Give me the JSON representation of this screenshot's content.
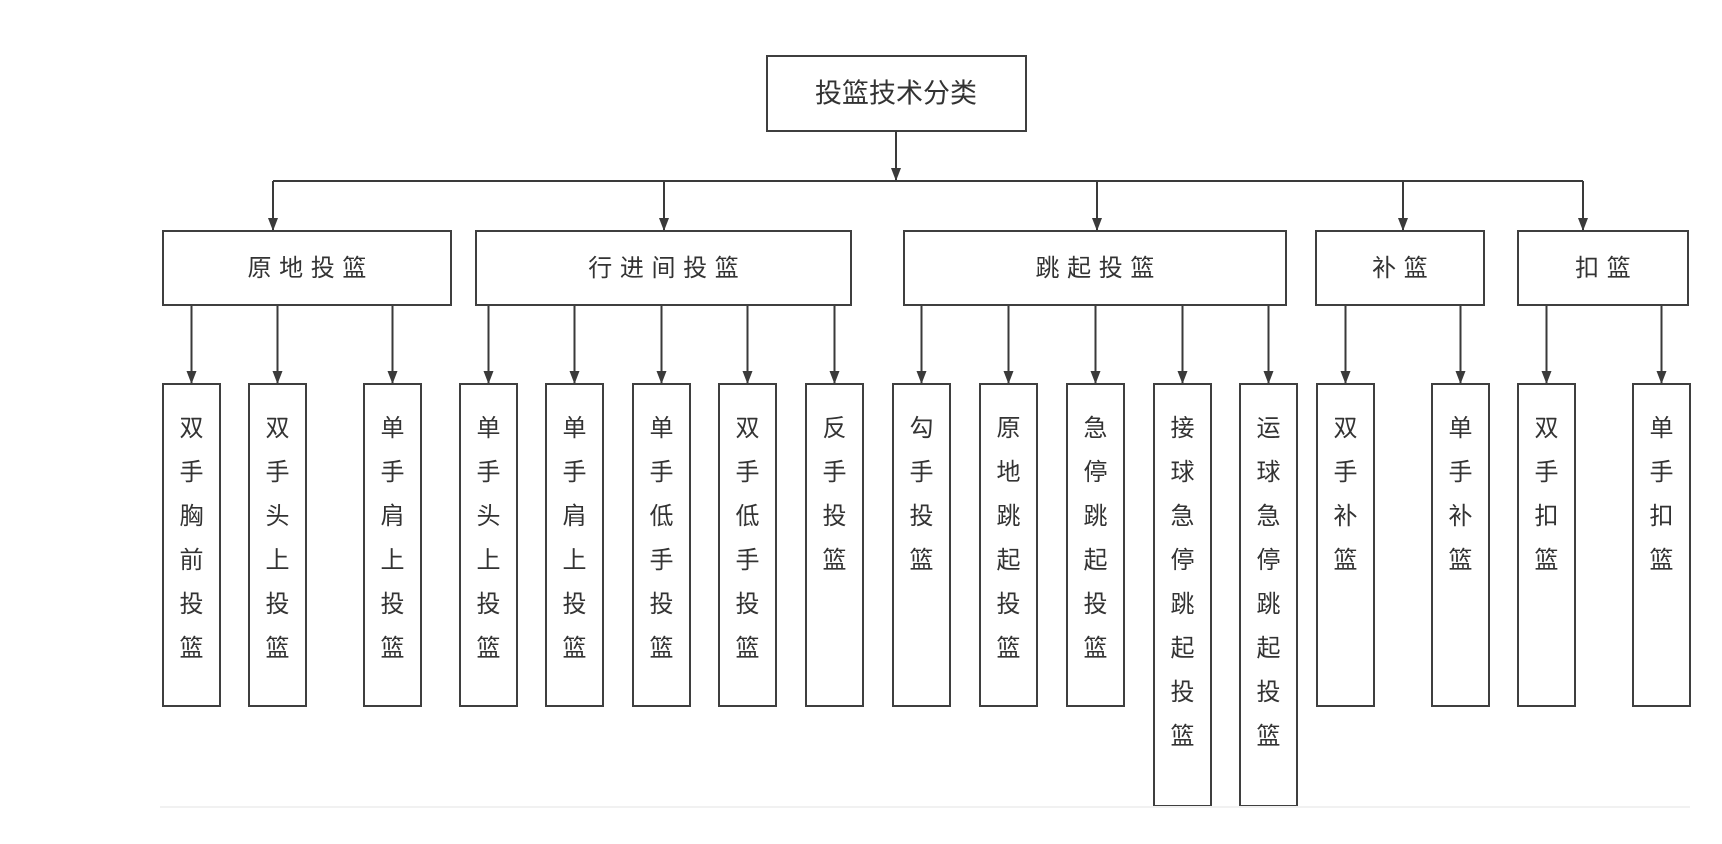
{
  "root": {
    "label": "投篮技术分类"
  },
  "categories": [
    {
      "label": "原 地 投 篮",
      "leaves": [
        "双手胸前投篮",
        "双手头上投篮",
        "单手肩上投篮"
      ]
    },
    {
      "label": "行 进 间 投 篮",
      "leaves": [
        "单手头上投篮",
        "单手肩上投篮",
        "单手低手投篮",
        "双手低手投篮",
        "反手投篮"
      ]
    },
    {
      "label": "跳 起 投 篮",
      "leaves": [
        "勾手投篮",
        "原地跳起投篮",
        "急停跳起投篮",
        "接球急停跳起投篮",
        "运球急停跳起投篮"
      ]
    },
    {
      "label": "补 篮",
      "leaves": [
        "双手补篮",
        "单手补篮"
      ]
    },
    {
      "label": "扣 篮",
      "leaves": [
        "双手扣篮",
        "单手扣篮"
      ]
    }
  ]
}
